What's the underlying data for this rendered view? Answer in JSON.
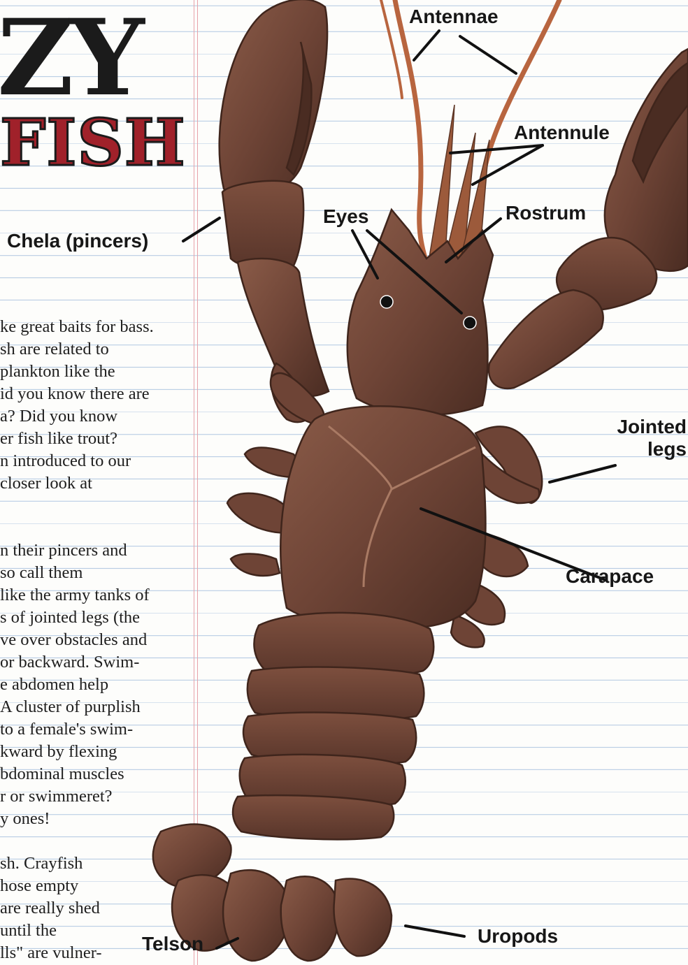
{
  "title": {
    "line1": "ZY",
    "line2": "FISH"
  },
  "body_paragraphs": [
    {
      "lines": [
        "ke great baits for bass.",
        "sh are related to",
        "plankton like the",
        "id you know there are",
        "a?  Did you know",
        "er fish like trout?",
        "n introduced to our",
        " closer look at"
      ]
    },
    {
      "lines": [
        "n their pincers and",
        "so call them",
        "like the army tanks of",
        "s of jointed legs (the",
        "ve over obstacles and",
        " or backward.  Swim-",
        "e abdomen help",
        "A cluster of purplish",
        " to a female's swim-",
        "kward by flexing",
        "bdominal muscles",
        "r or swimmeret?",
        "y ones!"
      ]
    },
    {
      "lines": [
        "sh.  Crayfish",
        "hose empty",
        " are really shed",
        "until the",
        "lls\" are vulner-"
      ]
    }
  ],
  "labels": {
    "antennae": "Antennae",
    "antennule": "Antennule",
    "eyes": "Eyes",
    "rostrum": "Rostrum",
    "chela": "Chela (pincers)",
    "jointed_legs": "Jointed legs",
    "carapace": "Carapace",
    "telson": "Telson",
    "uropods": "Uropods"
  },
  "colors": {
    "paper": "#fdfdfb",
    "rule_line": "#b9cde4",
    "margin_line": "#e7a3aa",
    "title_red": "#a0212a",
    "crayfish_body": "#6e4436",
    "crayfish_dark": "#4a2c22",
    "crayfish_light": "#8a5b48",
    "antenna": "#b8653f"
  }
}
